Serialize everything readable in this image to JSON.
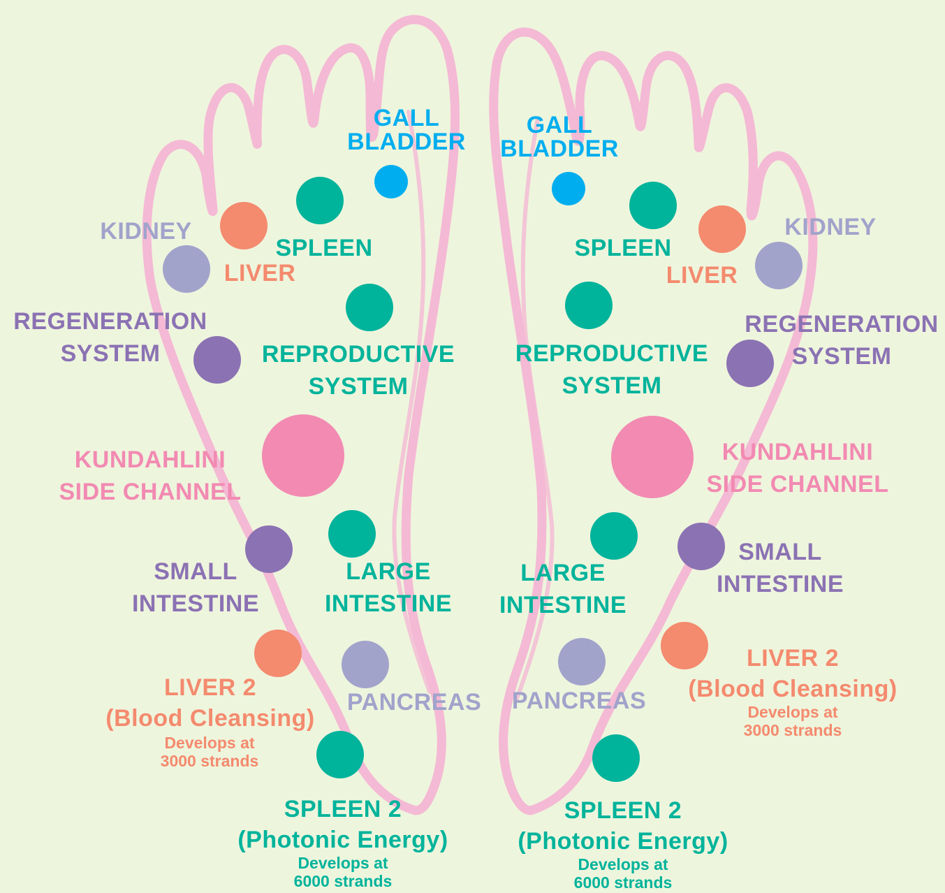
{
  "colors": {
    "background": "#eef5dd",
    "outline": "#f4b9d4",
    "spleen": "#00b39b",
    "gall_bladder": "#00aeef",
    "liver": "#f48a6e",
    "kidney": "#a1a3cb",
    "regeneration": "#8b72b3",
    "kundahlini": "#f28ab2",
    "small_intestine": "#8b72b3",
    "large_intestine": "#00b39b",
    "pancreas": "#a1a3cb"
  },
  "labels": {
    "gall_bladder": "GALL\nBLADDER",
    "spleen": "SPLEEN",
    "kidney": "KIDNEY",
    "liver": "LIVER",
    "regeneration": "REGENERATION\nSYSTEM",
    "reproductive": "REPRODUCTIVE\nSYSTEM",
    "kundahlini": "KUNDAHLINI\nSIDE CHANNEL",
    "small_intestine": "SMALL\nINTESTINE",
    "large_intestine": "LARGE\nINTESTINE",
    "pancreas": "PANCREAS",
    "liver2": "LIVER 2\n(Blood Cleansing)",
    "liver2_note": "Develops at\n3000 strands",
    "spleen2": "SPLEEN 2\n(Photonic Energy)",
    "spleen2_note": "Develops at\n6000 strands"
  }
}
